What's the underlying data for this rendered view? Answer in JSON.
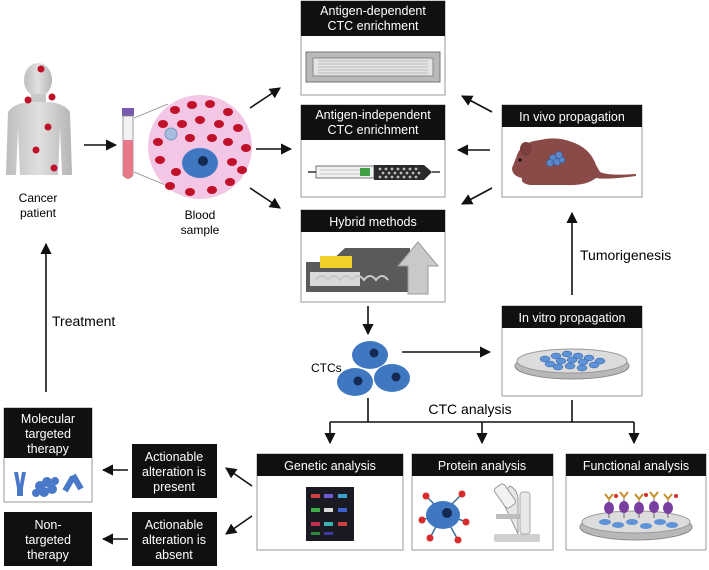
{
  "patient": {
    "line1": "Cancer",
    "line2": "patient"
  },
  "blood": {
    "line1": "Blood",
    "line2": "sample"
  },
  "enrichment": {
    "antigen_dependent": {
      "line1": "Antigen-dependent",
      "line2": "CTC enrichment"
    },
    "antigen_independent": {
      "line1": "Antigen-independent",
      "line2": "CTC enrichment"
    },
    "hybrid": "Hybrid methods"
  },
  "propagation": {
    "in_vivo": "In vivo propagation",
    "in_vitro": "In vitro propagation"
  },
  "tumorigenesis": "Tumorigenesis",
  "ctcs": "CTCs",
  "ctc_analysis": "CTC analysis",
  "analysis": {
    "genetic": "Genetic analysis",
    "protein": "Protein analysis",
    "functional": "Functional analysis"
  },
  "treatment": "Treatment",
  "therapy": {
    "targeted": {
      "line1": "Molecular",
      "line2": "targeted",
      "line3": "therapy"
    },
    "non_targeted": {
      "line1": "Non-",
      "line2": "targeted",
      "line3": "therapy"
    }
  },
  "alteration": {
    "present": {
      "line1": "Actionable",
      "line2": "alteration is",
      "line3": "present"
    },
    "absent": {
      "line1": "Actionable",
      "line2": "alteration is",
      "line3": "absent"
    }
  },
  "colors": {
    "rbc": "#c0112a",
    "plasma": "#f4c6e6",
    "ctc": "#3f78c0",
    "box_header": "#101010",
    "mouse": "#8a4a48"
  }
}
